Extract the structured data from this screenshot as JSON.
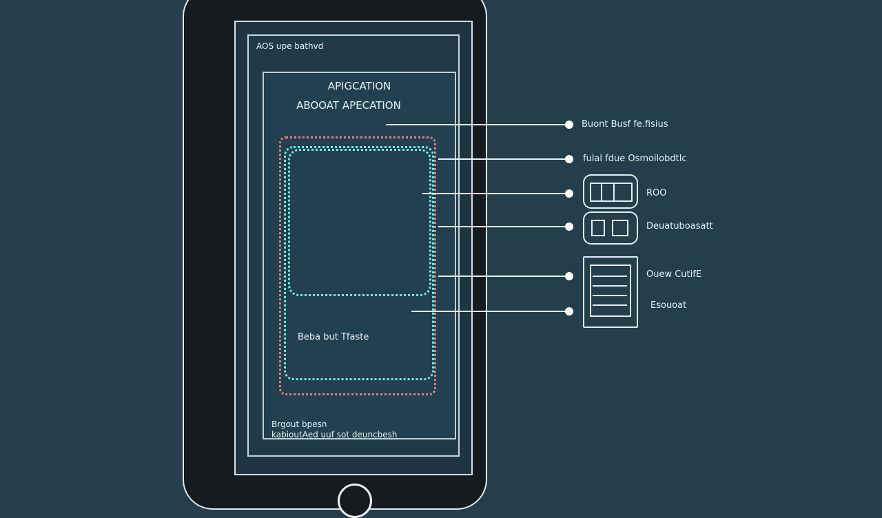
{
  "phone": {
    "screen_header": "AOS upe bathvd",
    "app_title_line1": "APIGCATION",
    "app_title_line2": "ABOOAT APECATION",
    "content_label": "Beba but Tfaste",
    "footer_line1": "Brgout bpesn",
    "footer_line2": "kabioutAed uuf sot deuncbesh"
  },
  "callouts": [
    {
      "label": "Buont Busf fe.fisius"
    },
    {
      "label": "fulal fdue Osmoilobdtlc"
    },
    {
      "label": "ROO"
    },
    {
      "label": "Deuatuboasatt"
    },
    {
      "label": "Ouew CutifE"
    },
    {
      "label": "Esouoat"
    }
  ],
  "colors": {
    "background": "#243f4b",
    "outline": "#e6f2f5",
    "dots_teal": "#6ff0e0",
    "dots_red": "#d9867f"
  }
}
